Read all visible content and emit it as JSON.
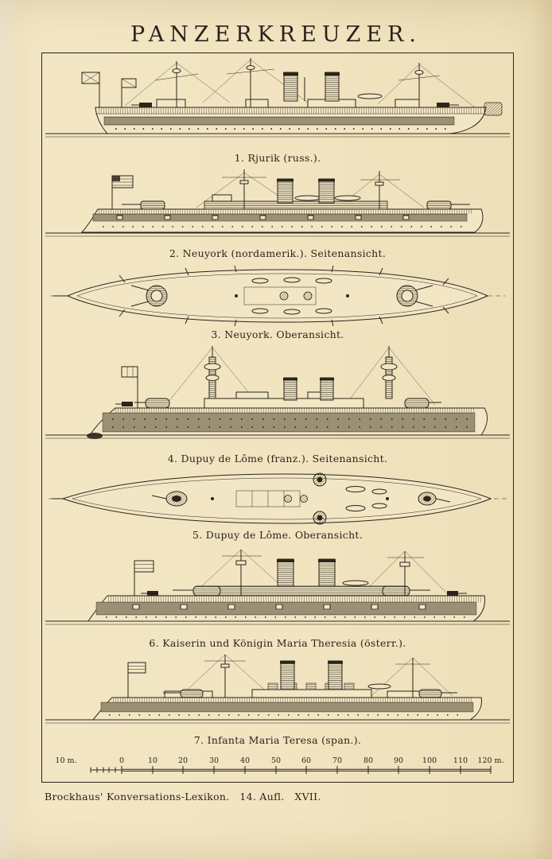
{
  "page": {
    "title": "PANZERKREUZER.",
    "footer": "Brockhaus' Konversations-Lexikon.   14. Aufl.   XVII."
  },
  "figures": [
    {
      "caption": "1. Rjurik (russ.)."
    },
    {
      "caption": "2. Neuyork (nordamerik.). Seitenansicht."
    },
    {
      "caption": "3. Neuyork. Oberansicht."
    },
    {
      "caption": "4. Dupuy de Lôme (franz.). Seitenansicht."
    },
    {
      "caption": "5. Dupuy de Lôme. Oberansicht."
    },
    {
      "caption": "6. Kaiserin und Königin Maria Theresia (österr.)."
    },
    {
      "caption": "7. Infanta Maria Teresa (span.)."
    }
  ],
  "scale_bar": {
    "unit_label": "10 m.",
    "ticks": [
      "0",
      "10",
      "20",
      "30",
      "40",
      "50",
      "60",
      "70",
      "80",
      "90",
      "100",
      "110",
      "120 m."
    ]
  },
  "ink_color": "#2b251b",
  "paper_color": "#f2e4c0"
}
